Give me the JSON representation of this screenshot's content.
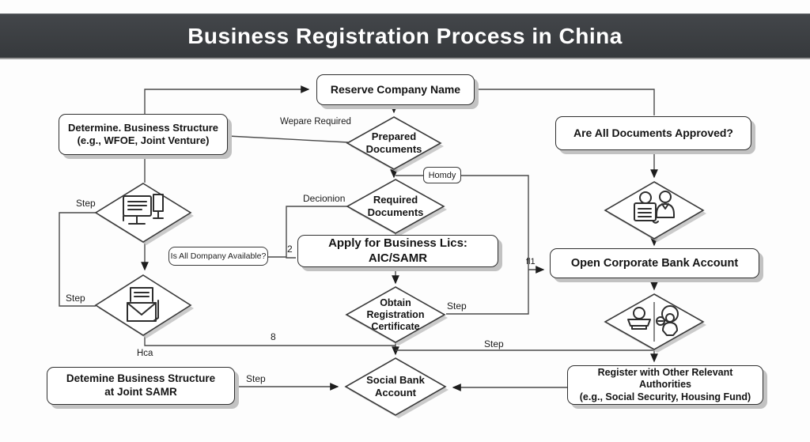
{
  "title": "Business Registration Process in China",
  "colors": {
    "header_bg": "#3a3d41",
    "header_text": "#ffffff",
    "line": "#4a4a4a",
    "box_border": "#2f2f2f",
    "shadow": "#c2c2c2"
  },
  "nodes": {
    "reserve_company_name": {
      "label": "Reserve Company Name"
    },
    "determine_business_structure": {
      "label": "Determine. Business Structure\n(e.g., WFOE, Joint Venture)"
    },
    "are_all_documents_approved": {
      "label": "Are All Documents Approved?"
    },
    "prepared_documents": {
      "label": "Prepared\nDocuments"
    },
    "required_documents": {
      "label": "Required\nDocuments"
    },
    "apply_business_license": {
      "label": "Apply for Business Lics: AIC/SAMR"
    },
    "open_corporate_bank_account": {
      "label": "Open Corporate Bank Account"
    },
    "obtain_registration_certificate": {
      "label": "Obtain\nRegistration\nCertificate"
    },
    "social_bank_account": {
      "label": "Social Bank\nAccount"
    },
    "determine_structure_samr": {
      "label": "Detemine Business Structure\nat Joint SAMR"
    },
    "register_other_authorities": {
      "label": "Register with Other Relevant Authorities\n(e.g., Social Security, Housing Fund)"
    },
    "name_check_icon_diamond": {
      "icon": "computer-document-icon"
    },
    "submission_icon_diamond": {
      "icon": "mail-document-icon"
    },
    "approval_icon_diamond": {
      "icon": "people-document-icon"
    },
    "bank_icon_diamond": {
      "icon": "bank-teller-and-person-icon"
    }
  },
  "tags": {
    "homdy": "Homdy",
    "company_available": "Is All Dompany Available?"
  },
  "edge_labels": {
    "prepare_required": "Wepare Required",
    "decision": "Decionion",
    "step1": "Step",
    "step2": "Step",
    "step3": "Step",
    "step4": "Step",
    "step5": "Step",
    "n2": "2",
    "n8": "8",
    "fl1": "fl1",
    "hca": "Hca"
  }
}
